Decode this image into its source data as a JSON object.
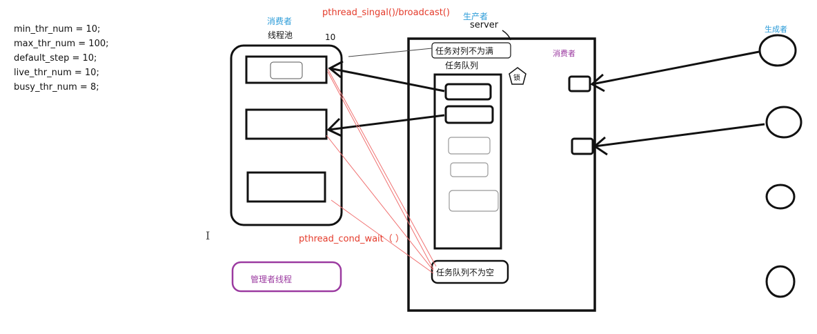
{
  "variables": [
    "min_thr_num = 10;",
    "max_thr_num = 100;",
    "",
    "default_step = 10;",
    "",
    "live_thr_num = 10;",
    "busy_thr_num = 8;"
  ],
  "labels": {
    "consumer_top": "消费者",
    "thread_pool": "线程池",
    "signal_call": "pthread_singal()/broadcast()",
    "count_ten": "10",
    "producer_top": "生产者",
    "server": "server",
    "queue_not_full": "任务对列不为满",
    "task_queue": "任务队列",
    "lock": "锁",
    "consumer_server": "消费者",
    "producer_right": "生成者",
    "cond_wait": "pthread_cond_wait（ ）",
    "queue_not_empty": "任务队列不为空",
    "manager_thread": "管理者线程"
  },
  "colors": {
    "blue_label": "#2a9bd8",
    "red_label": "#e43a2a",
    "purple_label": "#9b3aa0",
    "outline": "#111111",
    "red_line": "#f07070"
  }
}
